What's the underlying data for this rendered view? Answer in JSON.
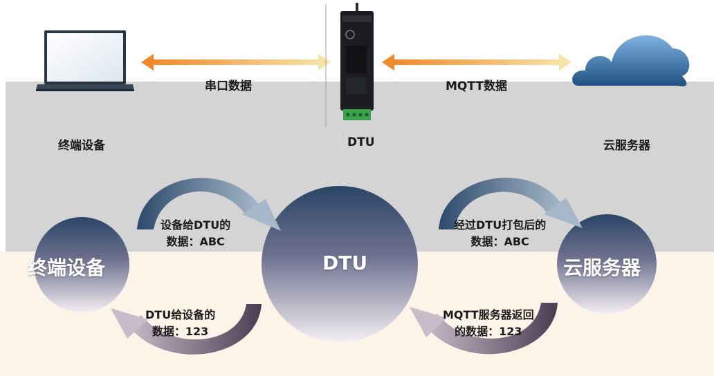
{
  "top": {
    "arrow_left_label": "串口数据",
    "arrow_right_label": "MQTT数据",
    "device_labels": {
      "terminal": "终端设备",
      "dtu": "DTU",
      "cloud": "云服务器"
    }
  },
  "bottom": {
    "circles": {
      "terminal": "终端设备",
      "dtu": "DTU",
      "cloud": "云服务器"
    },
    "flows": {
      "device_to_dtu": [
        "设备给DTU的",
        "数据：ABC"
      ],
      "dtu_to_cloud": [
        "经过DTU打包后的",
        "数据：ABC"
      ],
      "dtu_to_device": [
        "DTU给设备的",
        "数据：123"
      ],
      "cloud_to_dtu": [
        "MQTT服务器返回",
        "的数据：123"
      ]
    }
  },
  "colors": {
    "arrow_orange": "#ee8a2c",
    "arrow_light": "#f6e3a8",
    "circle_dark": "#2f4a6a",
    "circle_light": "#ece6ee",
    "band_gray": "#d4d4d4",
    "band_cream": "#fcf4e8"
  }
}
